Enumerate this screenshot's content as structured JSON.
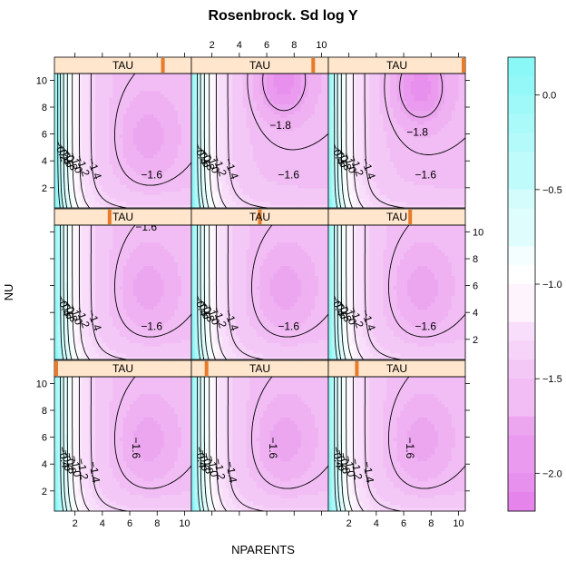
{
  "chart_data": {
    "type": "contour",
    "title": "Rosenbrock. Sd log Y",
    "xlabel": "NPARENTS",
    "ylabel": "NU",
    "strip_label": "TAU",
    "xlim": [
      0.5,
      10.5
    ],
    "ylim": [
      0.5,
      10.5
    ],
    "x_ticks": [
      2,
      4,
      6,
      8,
      10
    ],
    "y_ticks": [
      2,
      4,
      6,
      8,
      10
    ],
    "colorkey": {
      "range": [
        -2.2,
        0.2
      ],
      "ticks": [
        {
          "value": 0.0,
          "label": "0.0"
        },
        {
          "value": -0.5,
          "label": "−0.5"
        },
        {
          "value": -1.0,
          "label": "−1.0"
        },
        {
          "value": -1.5,
          "label": "−1.5"
        },
        {
          "value": -2.0,
          "label": "−2.0"
        }
      ],
      "colors": {
        "low": "#e37ae9",
        "mid": "#ffffff",
        "high": "#80f7f7"
      }
    },
    "panel_colors": {
      "strip_bg": "#ffe6cc",
      "strip_marker": "#e87a2a"
    },
    "panels": [
      {
        "row": 3,
        "col": 1,
        "tau_level": 0.8,
        "contours": [
          -1.6,
          -1.4,
          -1.2,
          -1.0,
          -0.8,
          -0.6,
          -0.4,
          -0.2
        ]
      },
      {
        "row": 3,
        "col": 2,
        "tau_level": 0.9,
        "contours": [
          -1.8,
          -1.6,
          -1.4,
          -1.2,
          -1.0,
          -0.8,
          -0.6,
          -0.4
        ]
      },
      {
        "row": 3,
        "col": 3,
        "tau_level": 1.0,
        "contours": [
          -1.8,
          -1.6,
          -1.4,
          -1.2,
          -1.0,
          -0.8,
          -0.6,
          -0.4
        ]
      },
      {
        "row": 2,
        "col": 1,
        "tau_level": 0.4,
        "contours": [
          -1.6,
          -1.6,
          -1.4,
          -1.2,
          -1.0,
          -0.8,
          -0.6,
          -0.4
        ]
      },
      {
        "row": 2,
        "col": 2,
        "tau_level": 0.5,
        "contours": [
          -1.6,
          -1.4,
          -1.2,
          -1.0,
          -0.8,
          -0.6,
          -0.4
        ]
      },
      {
        "row": 2,
        "col": 3,
        "tau_level": 0.6,
        "contours": [
          -1.6,
          -1.4,
          -1.2,
          -1.0,
          -0.8,
          -0.6,
          -0.4
        ]
      },
      {
        "row": 1,
        "col": 1,
        "tau_level": 0.0,
        "contours": [
          -1.6,
          -1.4,
          -1.2,
          -1.0,
          -0.8,
          -0.6,
          -0.4
        ]
      },
      {
        "row": 1,
        "col": 2,
        "tau_level": 0.1,
        "contours": [
          -1.6,
          -1.4,
          -1.2,
          -1.0,
          -0.8,
          -0.6,
          -0.4
        ]
      },
      {
        "row": 1,
        "col": 3,
        "tau_level": 0.2,
        "contours": [
          -1.6,
          -1.4,
          -1.2,
          -1.0,
          -0.8,
          -0.6,
          -0.4
        ]
      }
    ]
  }
}
